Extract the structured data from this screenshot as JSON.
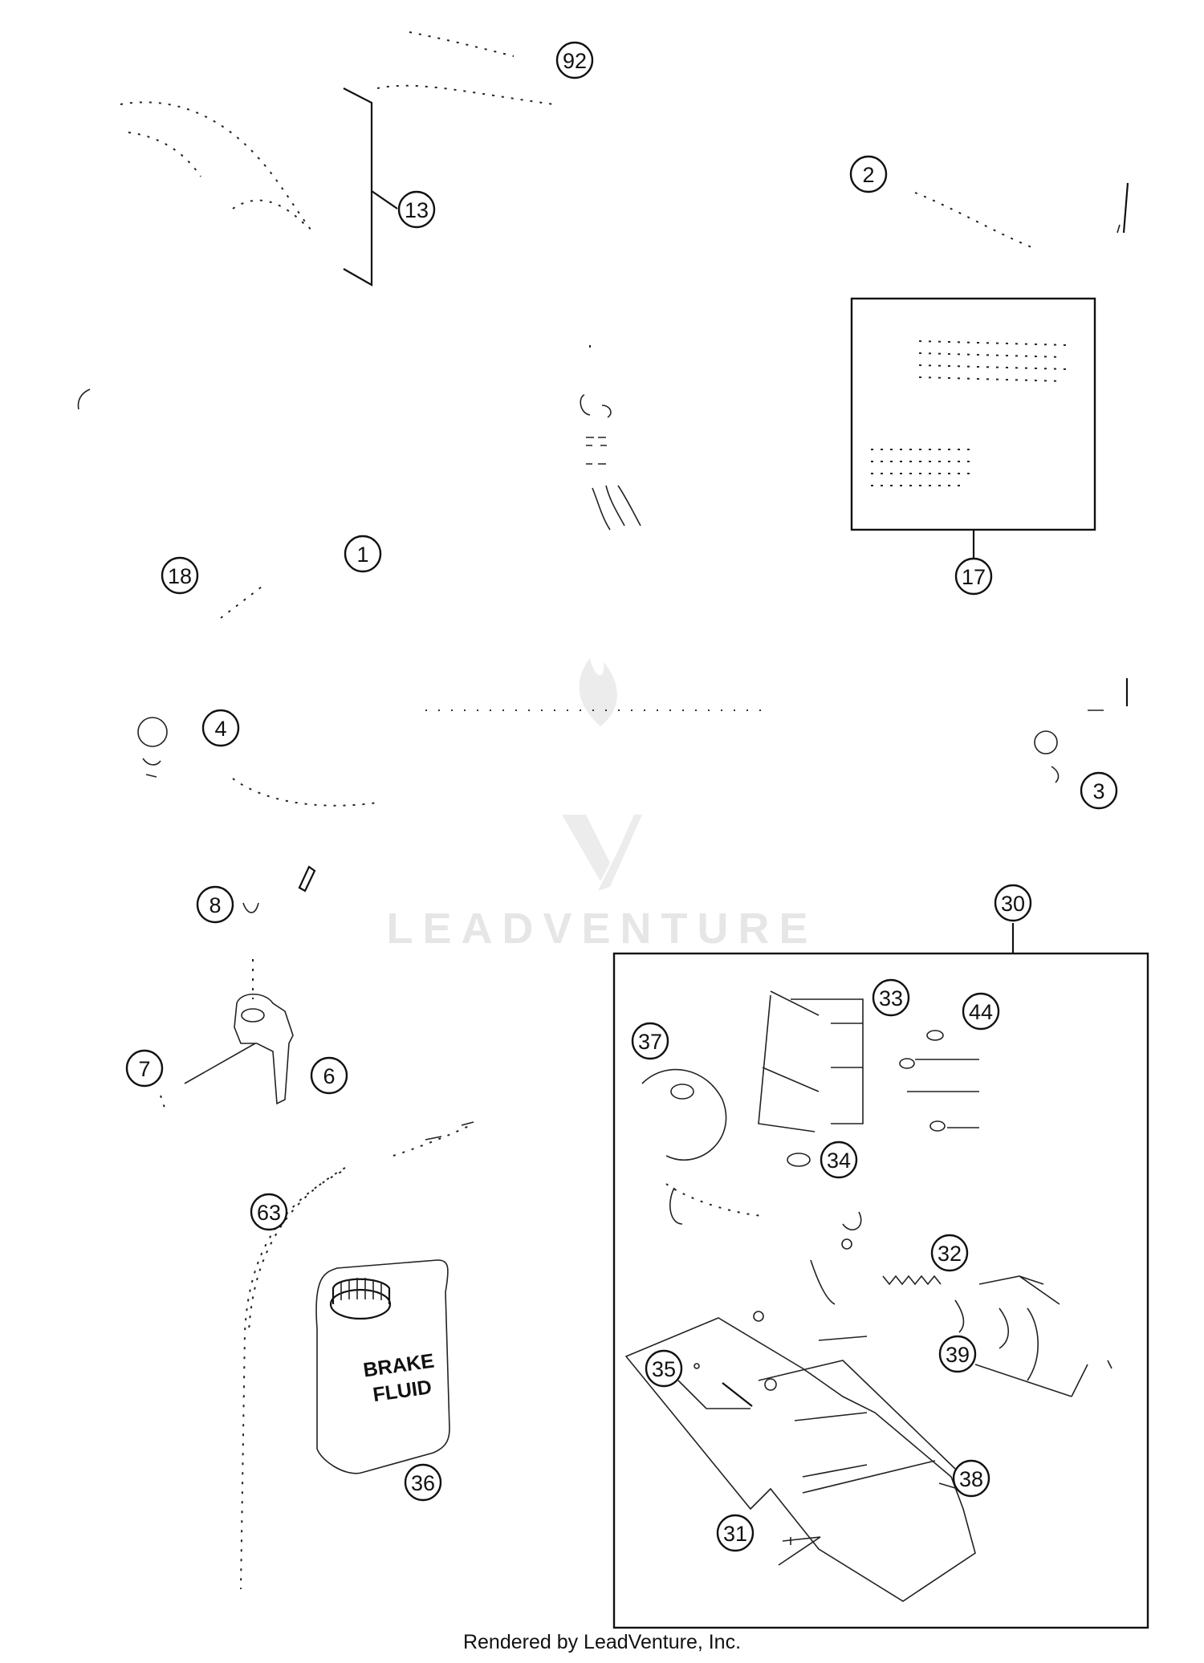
{
  "callouts": [
    "92",
    "13",
    "2",
    "17",
    "18",
    "1",
    "4",
    "3",
    "8",
    "7",
    "6",
    "63",
    "36",
    "30",
    "33",
    "44",
    "37",
    "34",
    "32",
    "39",
    "35",
    "38",
    "31"
  ],
  "bottle_label": [
    "BRAKE",
    "FLUID"
  ],
  "watermark": "LEADVENTURE",
  "footer": "Rendered by LeadVenture, Inc."
}
